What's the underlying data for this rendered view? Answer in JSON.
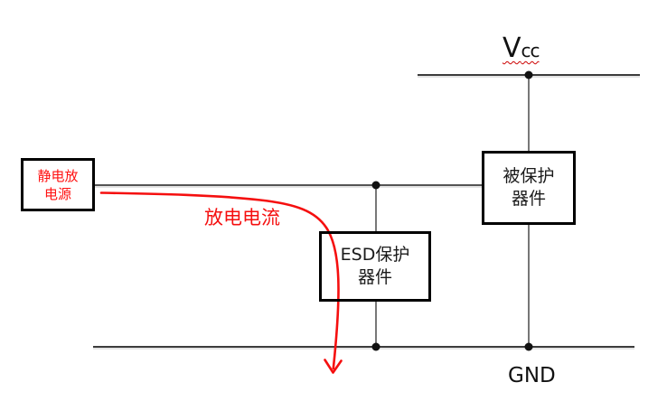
{
  "diagram": {
    "title_hint": "ESD protection circuit schematic",
    "background_color": "#ffffff",
    "wire_color": "#3c3c3c",
    "wire_echo_color": "#c8c8c8",
    "box_border_color": "#000000",
    "accent_red": "#f50f0f"
  },
  "labels": {
    "vcc_main": "V",
    "vcc_sub": "cc",
    "gnd": "GND",
    "discharge_current": "放电电流"
  },
  "boxes": {
    "source": {
      "lines": [
        "静电放",
        "电源"
      ],
      "text_color": "#ff1111"
    },
    "esd": {
      "lines": [
        "ESD保护",
        "器件"
      ],
      "text_color": "#1a1a1a"
    },
    "protected": {
      "lines": [
        "被保护",
        "器件"
      ],
      "text_color": "#1a1a1a"
    }
  }
}
